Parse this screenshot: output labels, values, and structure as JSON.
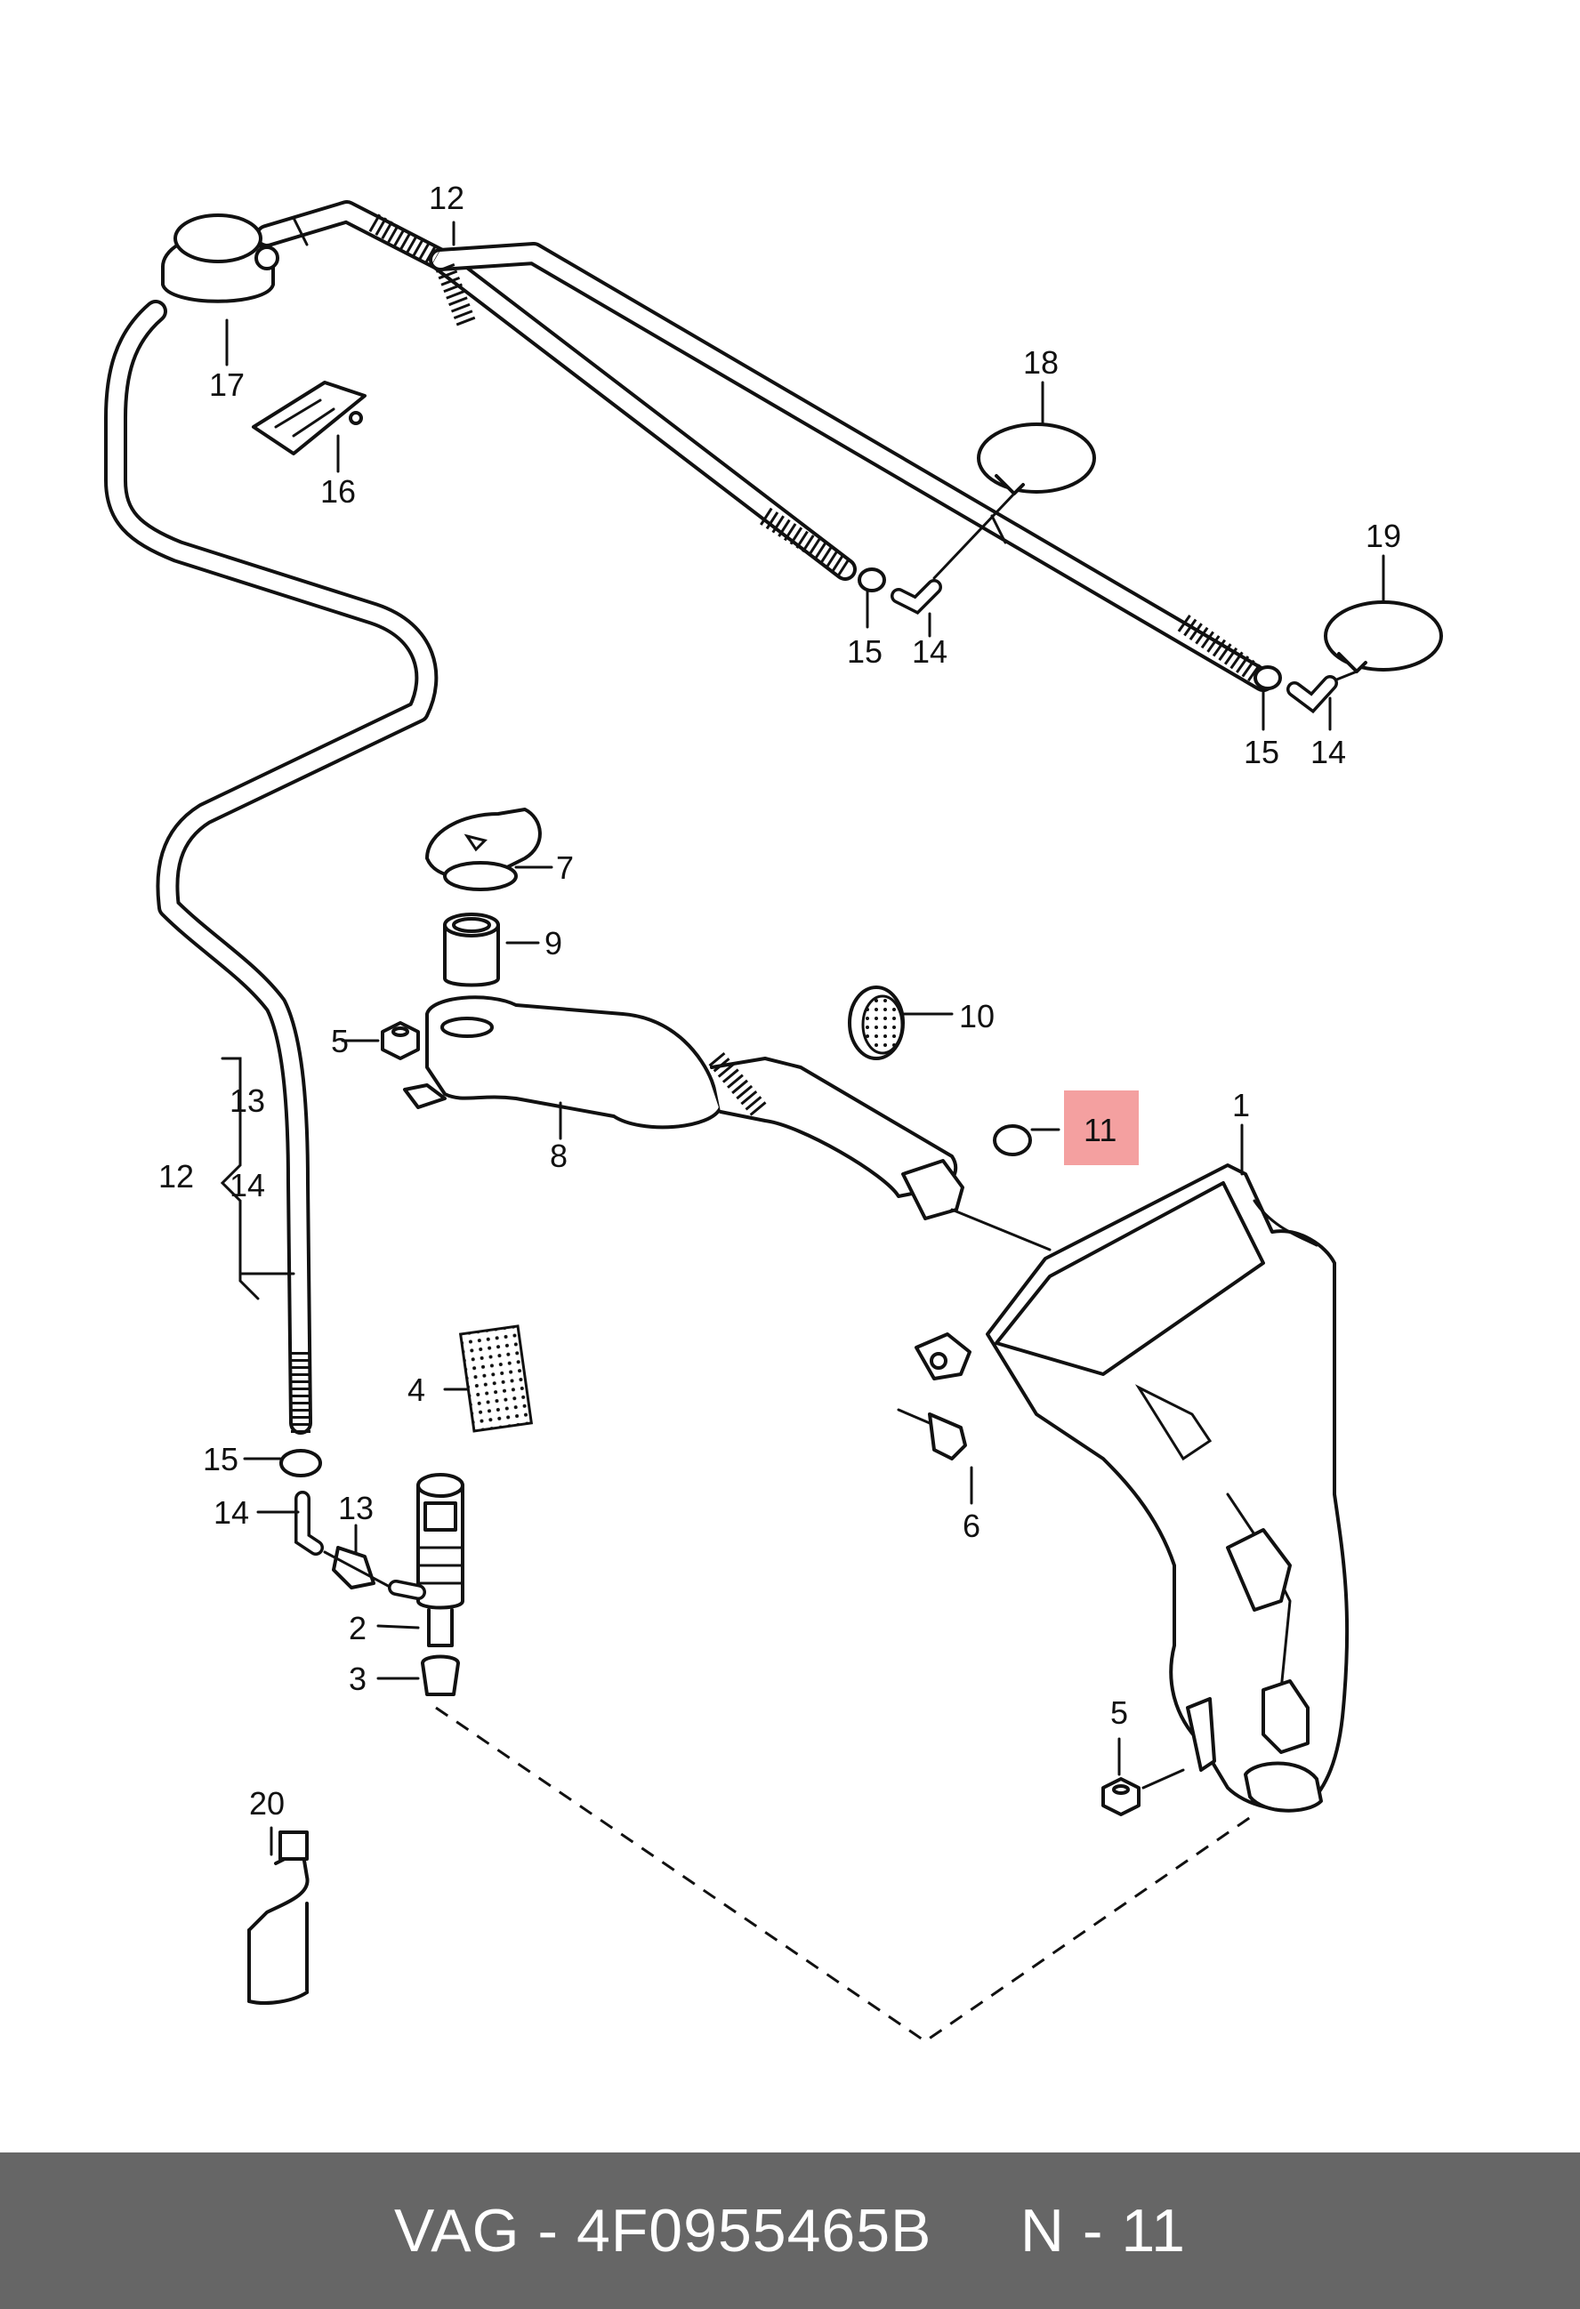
{
  "callouts": {
    "c12_top": "12",
    "c17": "17",
    "c16": "16",
    "c18": "18",
    "c19": "19",
    "c15_a": "15",
    "c14_a": "14",
    "c15_b": "15",
    "c14_b": "14",
    "c7": "7",
    "c9": "9",
    "c10": "10",
    "c5_a": "5",
    "c8": "8",
    "c11": "11",
    "c1": "1",
    "c13_bracket": "13",
    "c12_bracket": "12",
    "c14_bracket": "14",
    "c4": "4",
    "c6": "6",
    "c15_c": "15",
    "c14_c": "14",
    "c13": "13",
    "c2": "2",
    "c3": "3",
    "c5_b": "5",
    "c20": "20"
  },
  "highlight": {
    "color": "#f4a0a0",
    "label": "11"
  },
  "footer": {
    "part_number": "VAG - 4F0955465B",
    "position": "N - 11"
  }
}
